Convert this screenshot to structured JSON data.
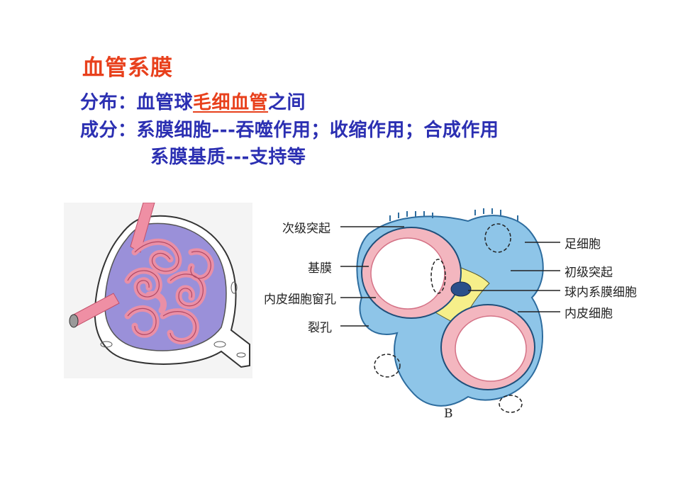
{
  "slide": {
    "title": "血管系膜",
    "distribution": {
      "label": "分布：",
      "text_before": "血管球",
      "highlight": "毛细血管",
      "text_after": "之间"
    },
    "composition": {
      "label": "成分：",
      "line1": "系膜细胞---吞噬作用；收缩作用；合成作用",
      "line2": "系膜基质---支持等"
    }
  },
  "diagram": {
    "left_labels": [
      "次级突起",
      "基膜",
      "内皮细胞窗孔",
      "裂孔"
    ],
    "right_labels": [
      "足细胞",
      "初级突起",
      "球内系膜细胞",
      "内皮细胞"
    ],
    "panel_letter": "B"
  },
  "colors": {
    "title": "#e8401c",
    "body_text": "#2b2fb2",
    "highlight": "#e8401c",
    "glomerulus_fill": "#9a90d9",
    "capillary_pink": "#ef8fa4",
    "podocyte_blue": "#8ec5e8",
    "mesangium_yellow": "#f6ef8a"
  }
}
